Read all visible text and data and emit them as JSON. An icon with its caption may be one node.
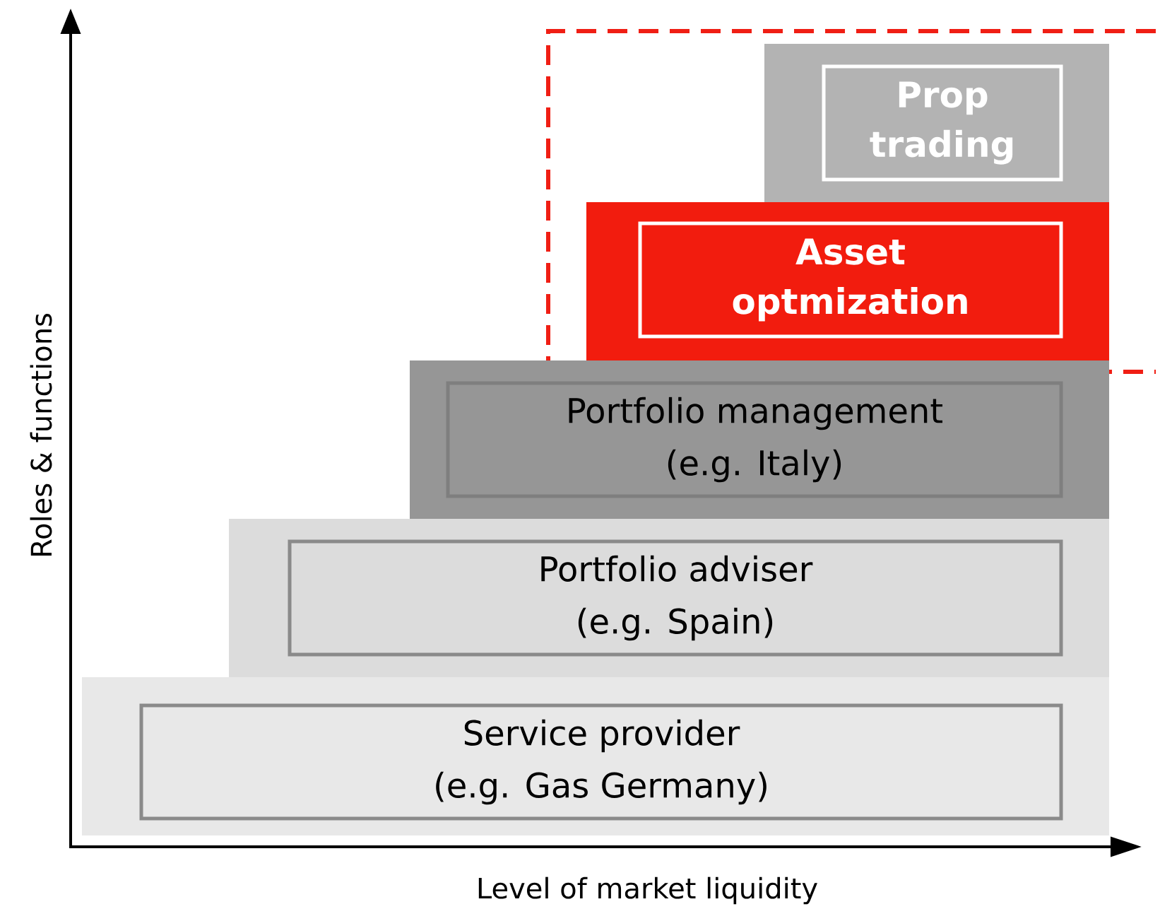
{
  "diagram": {
    "nodes": [
      {
        "text": [],
        "shape": "box"
      },
      {
        "text": [],
        "shape": "bar",
        "in": 0
      },
      {
        "text": [
          "Prop trading"
        ],
        "in": 1
      },
      {
        "text": [],
        "shape": "bar",
        "in": 0
      },
      {
        "text": [
          "Asset optmization"
        ],
        "in": 3
      },
      {
        "text": [],
        "shape": "bar"
      },
      {
        "text": [
          "Portfolio management",
          "(e.g. Italy)"
        ],
        "in": 5
      },
      {
        "text": [],
        "shape": "bar"
      },
      {
        "text": [
          "Portfolio adviser",
          "(e.g. Spain)"
        ],
        "in": 7
      },
      {
        "text": [],
        "shape": "bar"
      },
      {
        "text": [
          "Service provider",
          "(e.g. Gas Germany)"
        ],
        "in": 9
      }
    ],
    "labels": [
      "Roles & functions",
      "Level of market liquidity"
    ]
  }
}
